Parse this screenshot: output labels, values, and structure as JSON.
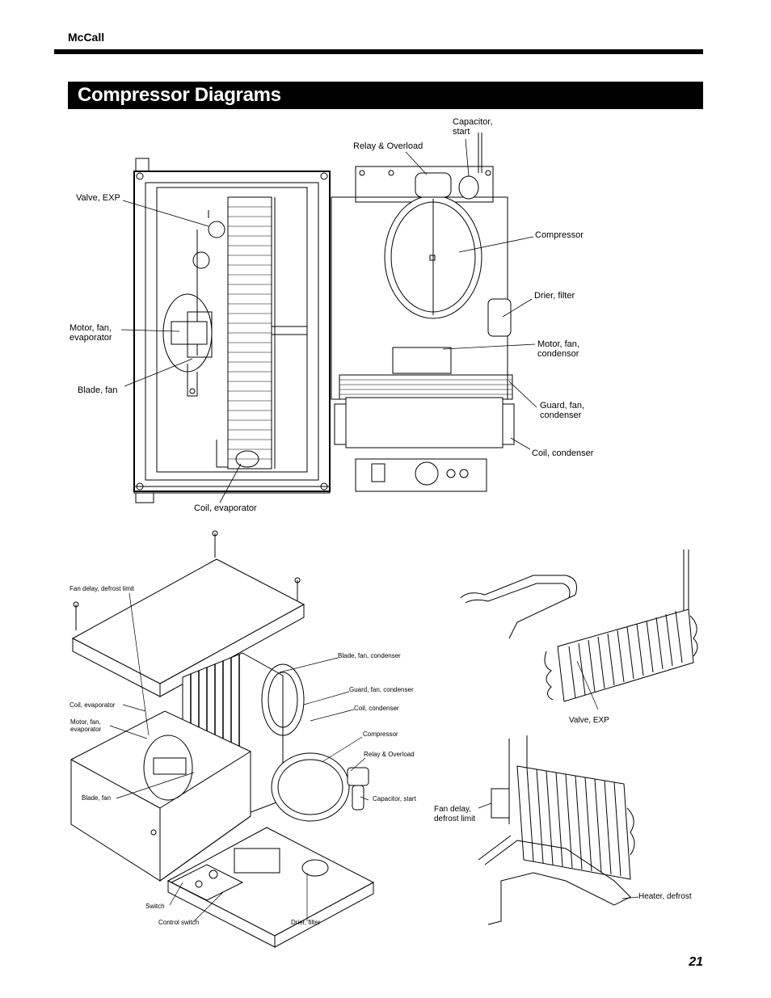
{
  "header": {
    "brand": "McCall",
    "page_number": "21"
  },
  "title": "Compressor Diagrams",
  "top_diagram": {
    "labels": {
      "capacitor_start": "Capacitor,\nstart",
      "relay_overload": "Relay & Overload",
      "valve_exp": "Valve, EXP",
      "compressor": "Compressor",
      "drier_filter": "Drier, filter",
      "motor_fan_evap": "Motor, fan,\nevaporator",
      "motor_fan_cond": "Motor, fan,\ncondensor",
      "blade_fan": "Blade, fan",
      "guard_fan_cond": "Guard, fan,\ncondenser",
      "coil_condenser": "Coil, condenser",
      "coil_evaporator": "Coil, evaporator"
    }
  },
  "exploded_diagram": {
    "labels": {
      "fan_delay_defrost": "Fan delay, defrost limit",
      "blade_fan_condenser": "Blade, fan, condenser",
      "guard_fan_condenser": "Guard, fan, condenser",
      "coil_evaporator": "Coil, evaporator",
      "coil_condenser": "Coil, condenser",
      "motor_fan_evaporator": "Motor, fan,\nevaporator",
      "compressor": "Compressor",
      "relay_overload": "Relay & Overload",
      "blade_fan": "Blade, fan",
      "capacitor_start": "Capacitor, start",
      "switch": "Switch",
      "control_switch": "Control switch",
      "drier_filter": "Drier, filter"
    }
  },
  "coil_diagram_1": {
    "labels": {
      "valve_exp": "Valve, EXP"
    }
  },
  "coil_diagram_2": {
    "labels": {
      "fan_delay_defrost": "Fan delay,\ndefrost limit",
      "heater_defrost": "Heater, defrost"
    }
  }
}
